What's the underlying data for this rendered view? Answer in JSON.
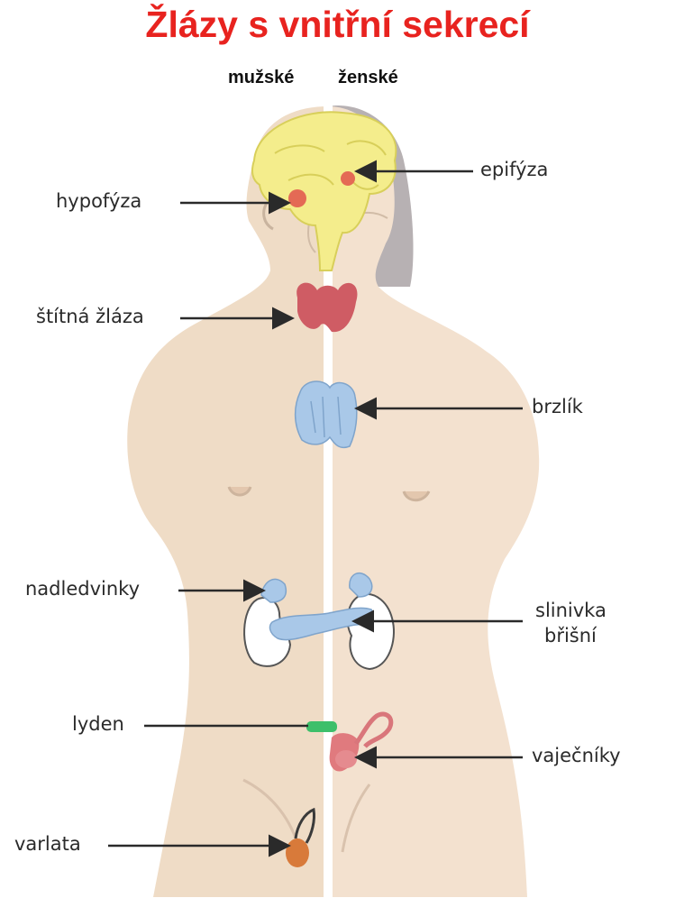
{
  "title": "Žlázy s vnitřní sekrecí",
  "sides": {
    "male": "mužské",
    "female": "ženské"
  },
  "labels": {
    "hypofyza": "hypofýza",
    "epifyza": "epifýza",
    "stitna": "štítná žláza",
    "brzlik": "brzlík",
    "nadledvinky": "nadledvinky",
    "slinivka_1": "slinivka",
    "slinivka_2": "břišní",
    "lyden": "lyden",
    "vajecniky": "vaječníky",
    "varlata": "varlata"
  },
  "colors": {
    "title": "#e8231f",
    "skin_male": "#eedac4",
    "skin_female": "#f2dfcc",
    "hair": "#b3aeb0",
    "brain": "#f5ee8a",
    "thyroid": "#cd5a62",
    "thymus": "#a9c8e8",
    "adrenal_kidney": "#ffffff",
    "pancreas": "#a9c8e8",
    "lyden": "#3dbf6a",
    "ovary": "#e07a7e",
    "testis": "#d87a3a"
  }
}
